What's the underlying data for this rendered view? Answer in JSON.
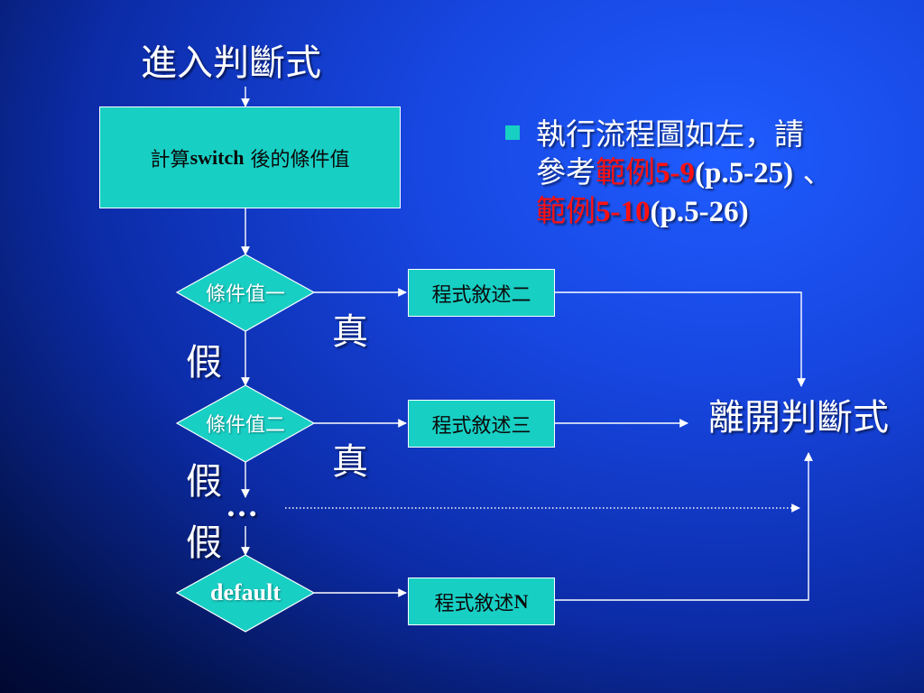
{
  "title_top": "進入判斷式",
  "compute_box": {
    "prefix": "計算",
    "code": "switch",
    "suffix": " 後的條件值"
  },
  "conditions": [
    {
      "label": "條件值一",
      "true_label": "真",
      "false_label": "假",
      "action": "程式敘述二"
    },
    {
      "label": "條件值二",
      "true_label": "真",
      "false_label": "假",
      "action": "程式敘述三"
    }
  ],
  "ellipsis": "…",
  "false_label_3": "假",
  "default_case": {
    "label": "default",
    "action_prefix": "程式敘述",
    "action_suffix": "N"
  },
  "exit_label": "離開判斷式",
  "bullet": {
    "line1": "執行流程圖如左，請",
    "line2_prefix": "參考",
    "example1_word": "範例",
    "example1_num": "5-9",
    "example1_ref": "(p.5-25)",
    "separator": " 、",
    "example2_word": "範例",
    "example2_num": "5-10",
    "example2_ref": "(p.5-26)"
  },
  "colors": {
    "box_fill": "#18cfc4",
    "background": "#1746e0",
    "highlight": "#ff1010",
    "lines": "#ffffff"
  }
}
